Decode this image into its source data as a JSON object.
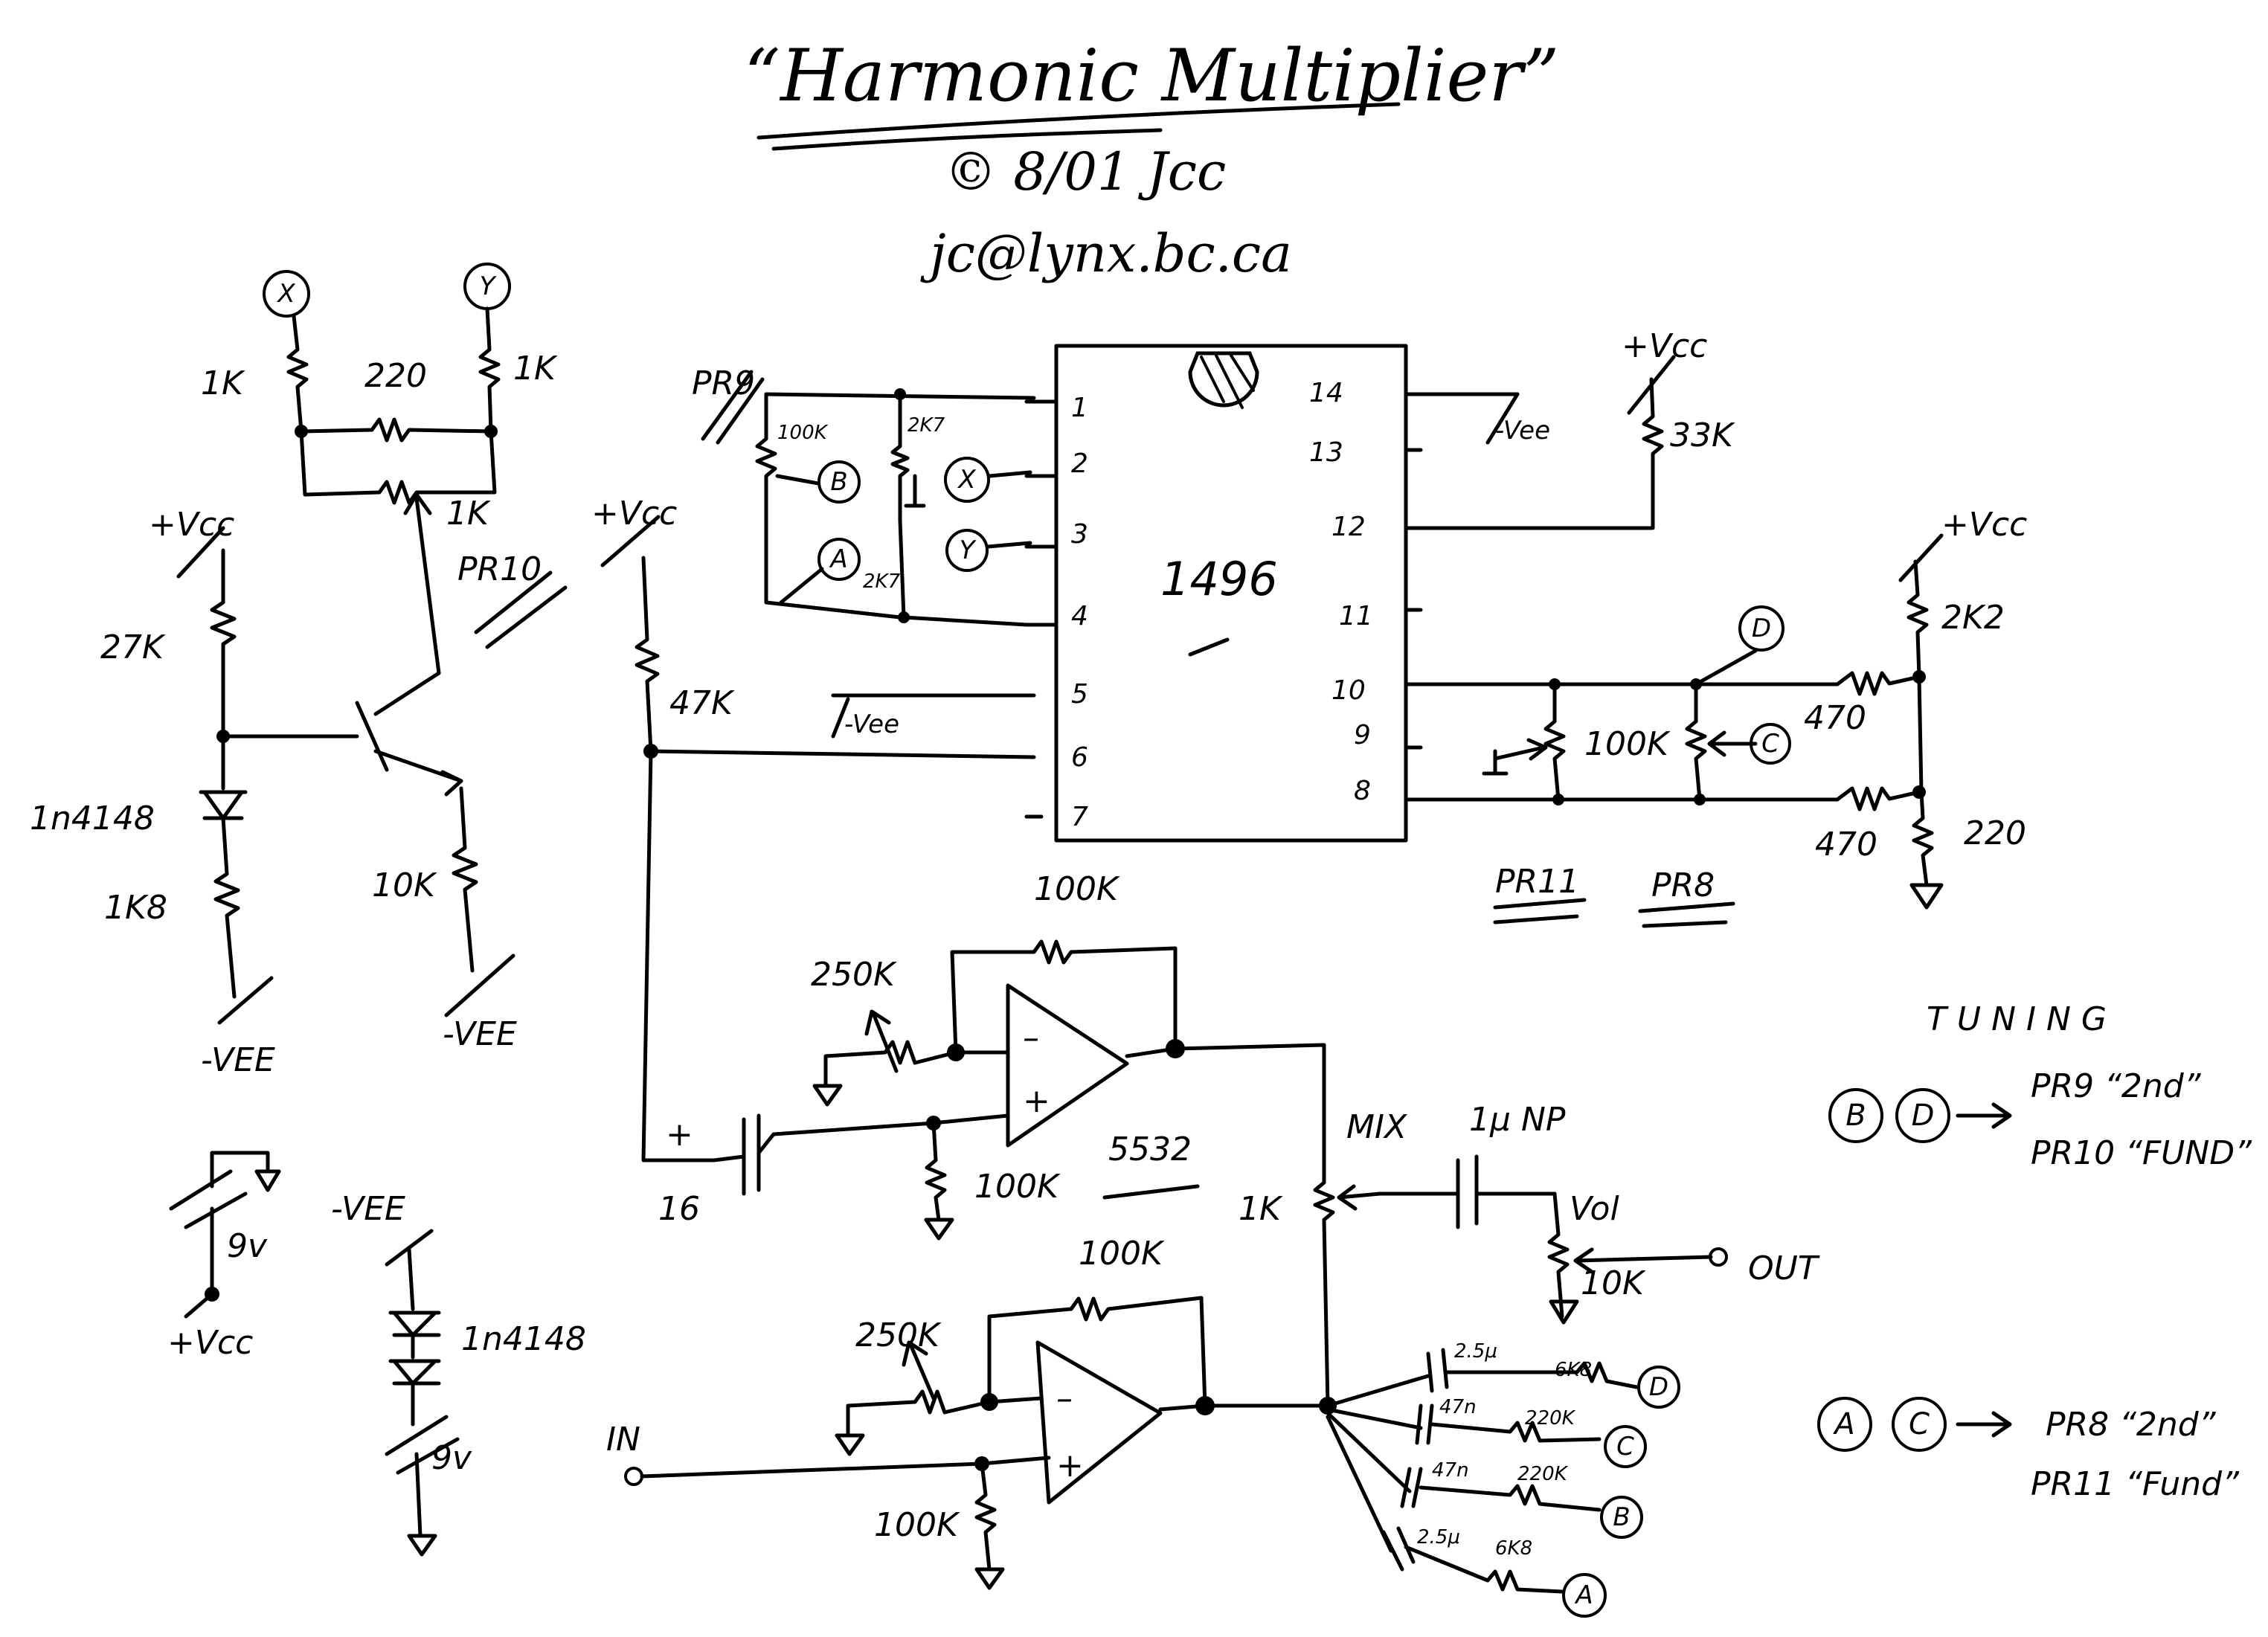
{
  "header": {
    "title": "“Harmonic Multiplier”",
    "copyright": "© 8/01 Jcc",
    "email": "jc@lynx.bc.ca"
  },
  "ic": {
    "name": "1496",
    "left_pins": [
      "1",
      "2",
      "3",
      "4",
      "5",
      "6",
      "7"
    ],
    "right_pins": [
      "14",
      "13",
      "12",
      "11",
      "10",
      "9",
      "8"
    ]
  },
  "nodes": {
    "x": "X",
    "y": "Y",
    "a": "A",
    "b": "B",
    "c": "C",
    "d": "D"
  },
  "labels": {
    "r1k_x": "1K",
    "r1k_y": "1K",
    "r220_top": "220",
    "trim_1k": "1K",
    "pr10": "PR10",
    "vcc1": "+Vcc",
    "r27k": "27K",
    "d1": "1n4148",
    "r1k8": "1K8",
    "vee1": "-VEE",
    "r10k": "10K",
    "vee2": "-VEE",
    "pr9": "PR9",
    "r100k_pr9": "100K",
    "r2k7a": "2K7",
    "r2k7b": "2K7",
    "vcc2": "+Vcc",
    "r47k": "47K",
    "vee_pin5": "-Vee",
    "vee_pin14": "-Vee",
    "vcc3": "+Vcc",
    "r33k": "33K",
    "vcc4": "+Vcc",
    "r2k2": "2K2",
    "r470a": "470",
    "r470b": "470",
    "r220b": "220",
    "r100k_pr8": "100K",
    "pr11": "PR11",
    "pr8": "PR8",
    "op1_fb": "100K",
    "op1_trim": "250K",
    "op1_rin": "100K",
    "cap16": "16",
    "opamp": "5532",
    "mix": "MIX",
    "mix_1k": "1K",
    "cap_1u": "1μ NP",
    "vol": "Vol",
    "vol_10k": "10K",
    "out": "OUT",
    "op2_fb": "100K",
    "op2_trim": "250K",
    "op2_rin": "100K",
    "in": "IN",
    "c25a": "2.5μ",
    "r6k8a": "6K8",
    "c47a": "47n",
    "r220ka": "220K",
    "c47b": "47n",
    "r220kb": "220K",
    "c25b": "2.5μ",
    "r6k8b": "6K8",
    "bat_gnd": "",
    "bat9v_a": "9v",
    "vcc_bat": "+Vcc",
    "vee_bat": "-VEE",
    "d2": "1n4148",
    "bat9v_b": "9v"
  },
  "tuning": {
    "title": "TUNING",
    "row1": {
      "left": "B",
      "right": "D",
      "line1": "PR9 “2nd”",
      "line2": "PR10 “FUND”"
    },
    "row2": {
      "left": "A",
      "right": "C",
      "line1": "PR8 “2nd”",
      "line2": "PR11 “Fund”"
    }
  }
}
